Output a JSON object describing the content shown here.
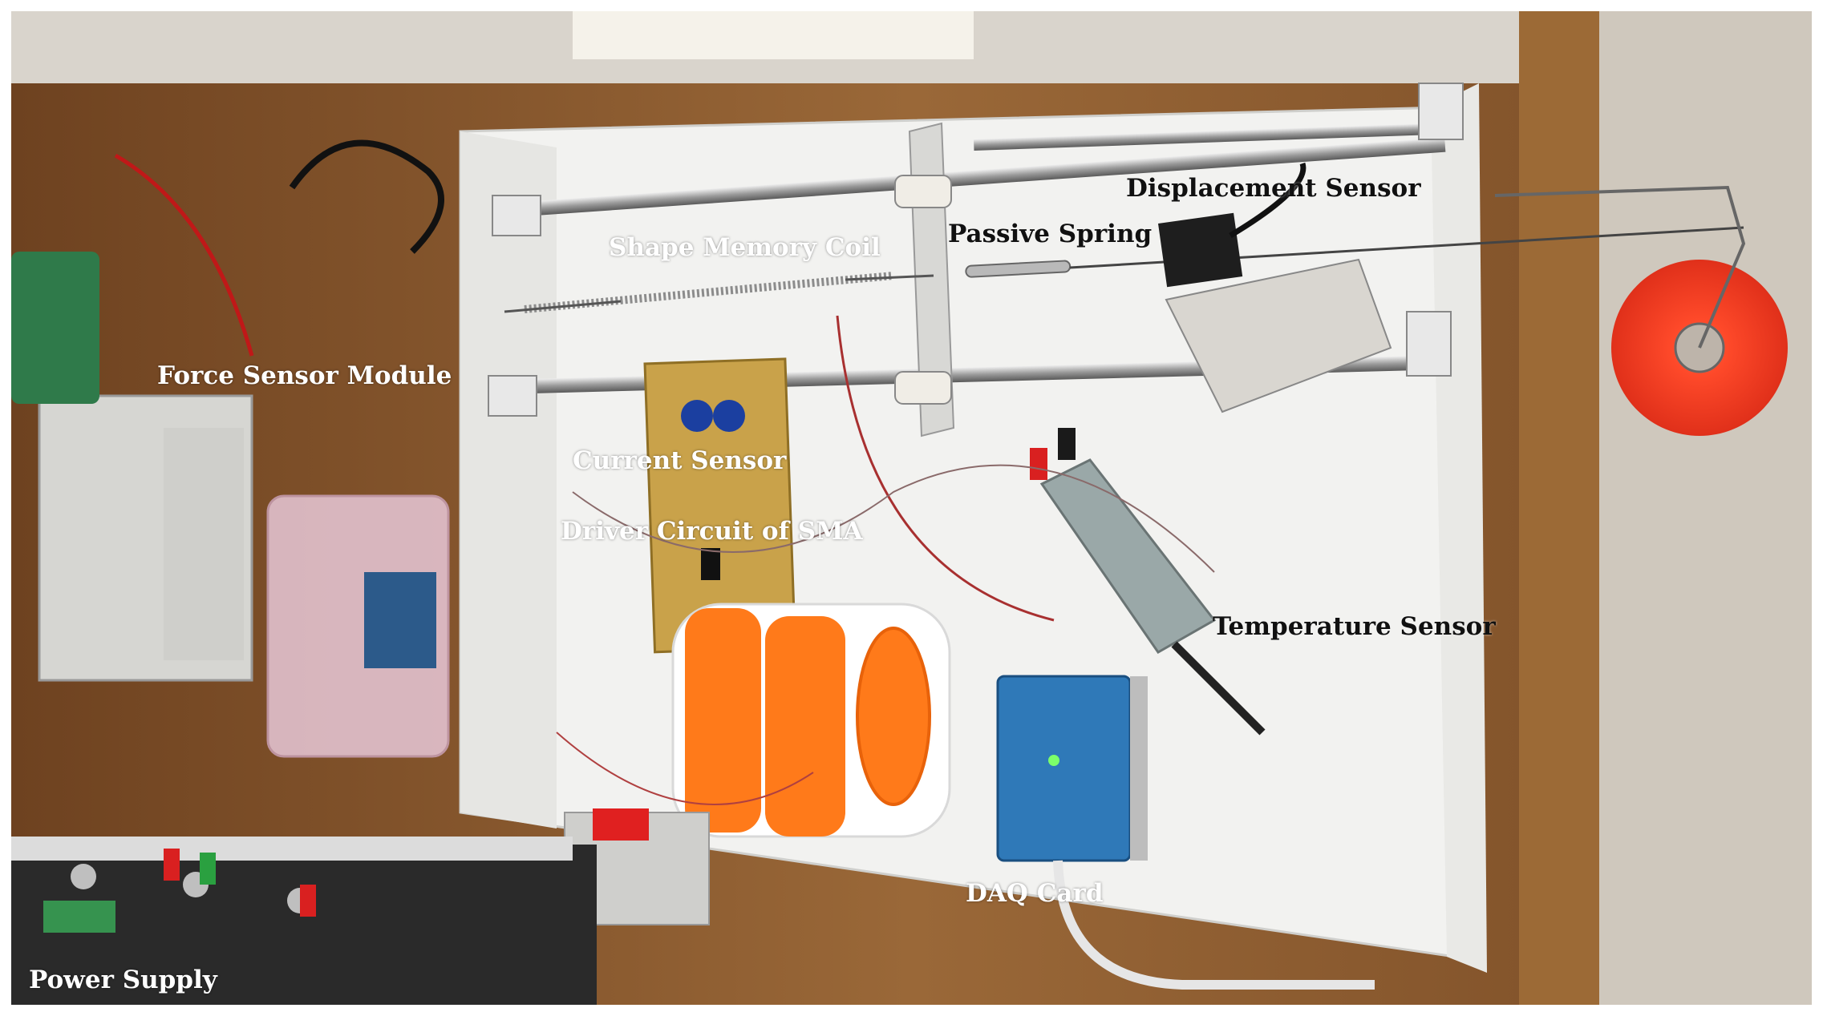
{
  "labels": {
    "force_sensor_module": "Force Sensor Module",
    "shape_memory_coil": "Shape Memory Coil",
    "passive_spring": "Passive Spring",
    "displacement_sensor": "Displacement Sensor",
    "current_sensor": "Current Sensor",
    "driver_circuit": "Driver Circuit of SMA",
    "temperature_sensor": "Temperature Sensor",
    "daq_card": "DAQ Card",
    "power_supply": "Power Supply"
  },
  "colors": {
    "wood": "#8a5a2e",
    "board": "#f2f2f0",
    "orange_fan": "#ff7a1a",
    "red_spool": "#ff3b1f",
    "daq_blue": "#2f79b8",
    "pcb": "#c9a24a",
    "metal_box": "#d6d6d2"
  }
}
